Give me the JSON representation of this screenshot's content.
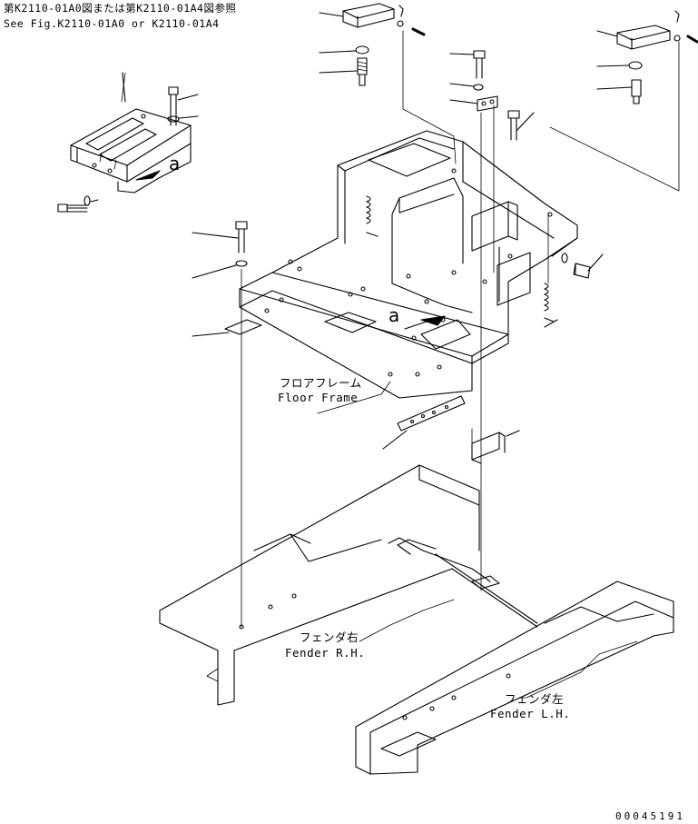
{
  "reference": {
    "jp": "第K2110-01A0図または第K2110-01A4図参照",
    "en": "See Fig.K2110-01A0 or K2110-01A4"
  },
  "view_marker": "a",
  "parts": {
    "floor_frame": {
      "jp": "フロアフレーム",
      "en": "Floor Frame"
    },
    "fender_rh": {
      "jp": "フェンダ右",
      "en": "Fender R.H."
    },
    "fender_lh": {
      "jp": "フェンダ左",
      "en": "Fender L.H."
    }
  },
  "document_number": "00045191"
}
